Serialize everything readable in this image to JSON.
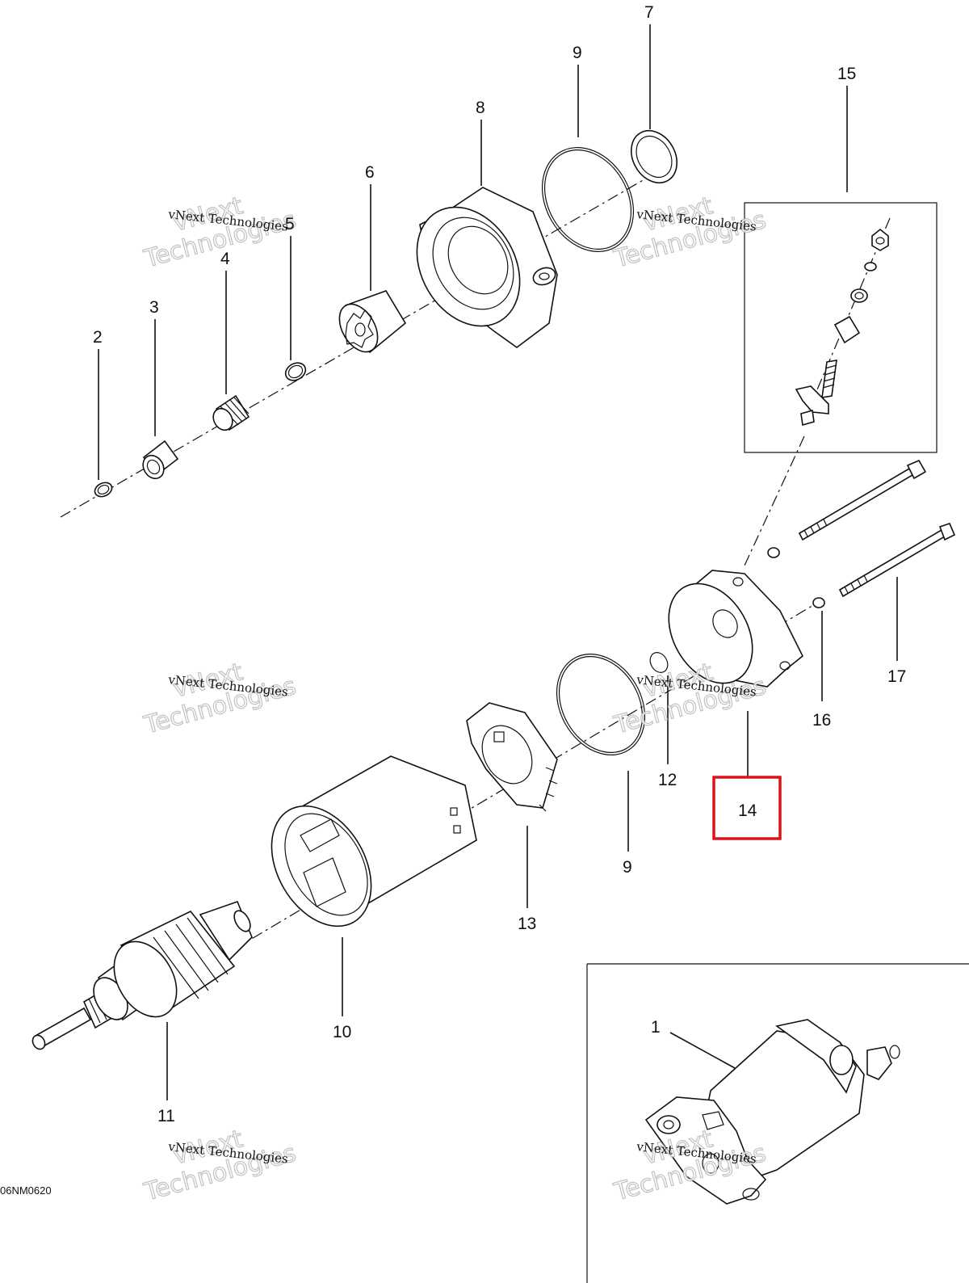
{
  "diagram": {
    "callouts": {
      "c1": "1",
      "c2": "2",
      "c3": "3",
      "c4": "4",
      "c5": "5",
      "c6": "6",
      "c7": "7",
      "c8": "8",
      "c9a": "9",
      "c9b": "9",
      "c10": "10",
      "c11": "11",
      "c12": "12",
      "c13": "13",
      "c14": "14",
      "c15": "15",
      "c16": "16",
      "c17": "17"
    },
    "highlighted_callout": "14",
    "highlight_color": "#d9151b",
    "watermark_text": "vNext Technologies",
    "watermark_big_line1": "vNext",
    "watermark_big_line2": "Technologies",
    "drawing_code": "06NM0620"
  }
}
